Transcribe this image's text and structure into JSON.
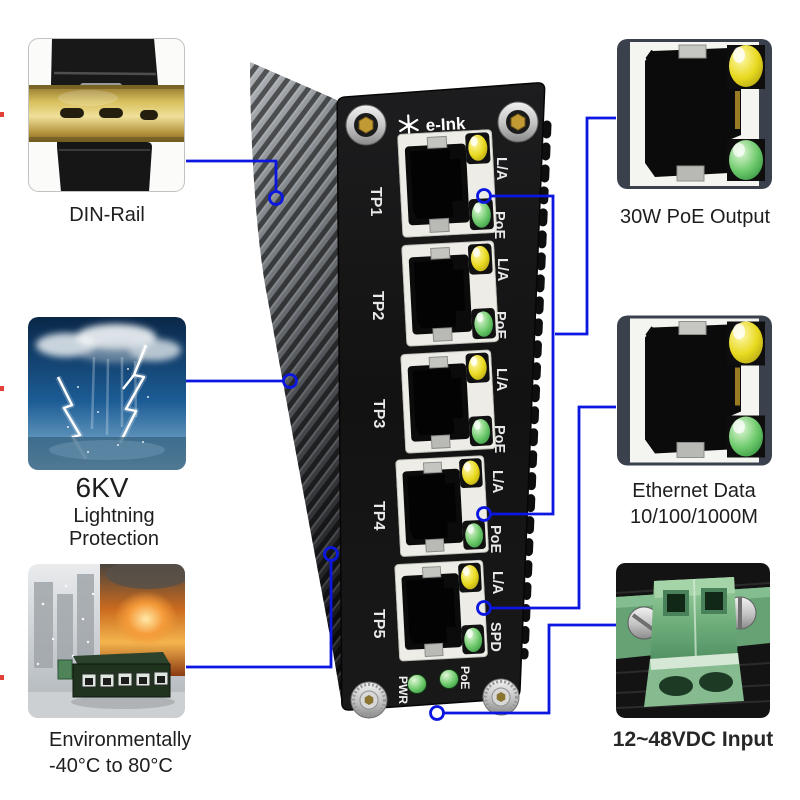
{
  "callouts": {
    "din": {
      "label": "DIN-Rail"
    },
    "lightning": {
      "title": "6KV",
      "subtitle": "Lightning Protection"
    },
    "environment": {
      "line1": "Environmentally",
      "line2": "-40°C to 80°C"
    },
    "poe_out": {
      "label": "30W PoE Output"
    },
    "ethernet": {
      "line1": "Ethernet Data",
      "line2": "10/100/1000M"
    },
    "power": {
      "label": "12~48VDC Input"
    }
  },
  "device": {
    "brand": "e-Ink",
    "ports": [
      {
        "name": "TP1",
        "top": "L/A",
        "bottom": "PoE"
      },
      {
        "name": "TP2",
        "top": "L/A",
        "bottom": "PoE"
      },
      {
        "name": "TP3",
        "top": "L/A",
        "bottom": "PoE"
      },
      {
        "name": "TP4",
        "top": "L/A",
        "bottom": "PoE"
      },
      {
        "name": "TP5",
        "top": "L/A",
        "bottom": "SPD"
      }
    ],
    "status": {
      "left": "PWR",
      "right": "PoE"
    }
  },
  "colors": {
    "connector_blue": "#0b16e0",
    "led_yellow": "#e8d91f",
    "led_green": "#5fbe62",
    "device_black": "#131313",
    "rail_brass": "#d9c15e",
    "terminal_green": "#7ab184"
  }
}
